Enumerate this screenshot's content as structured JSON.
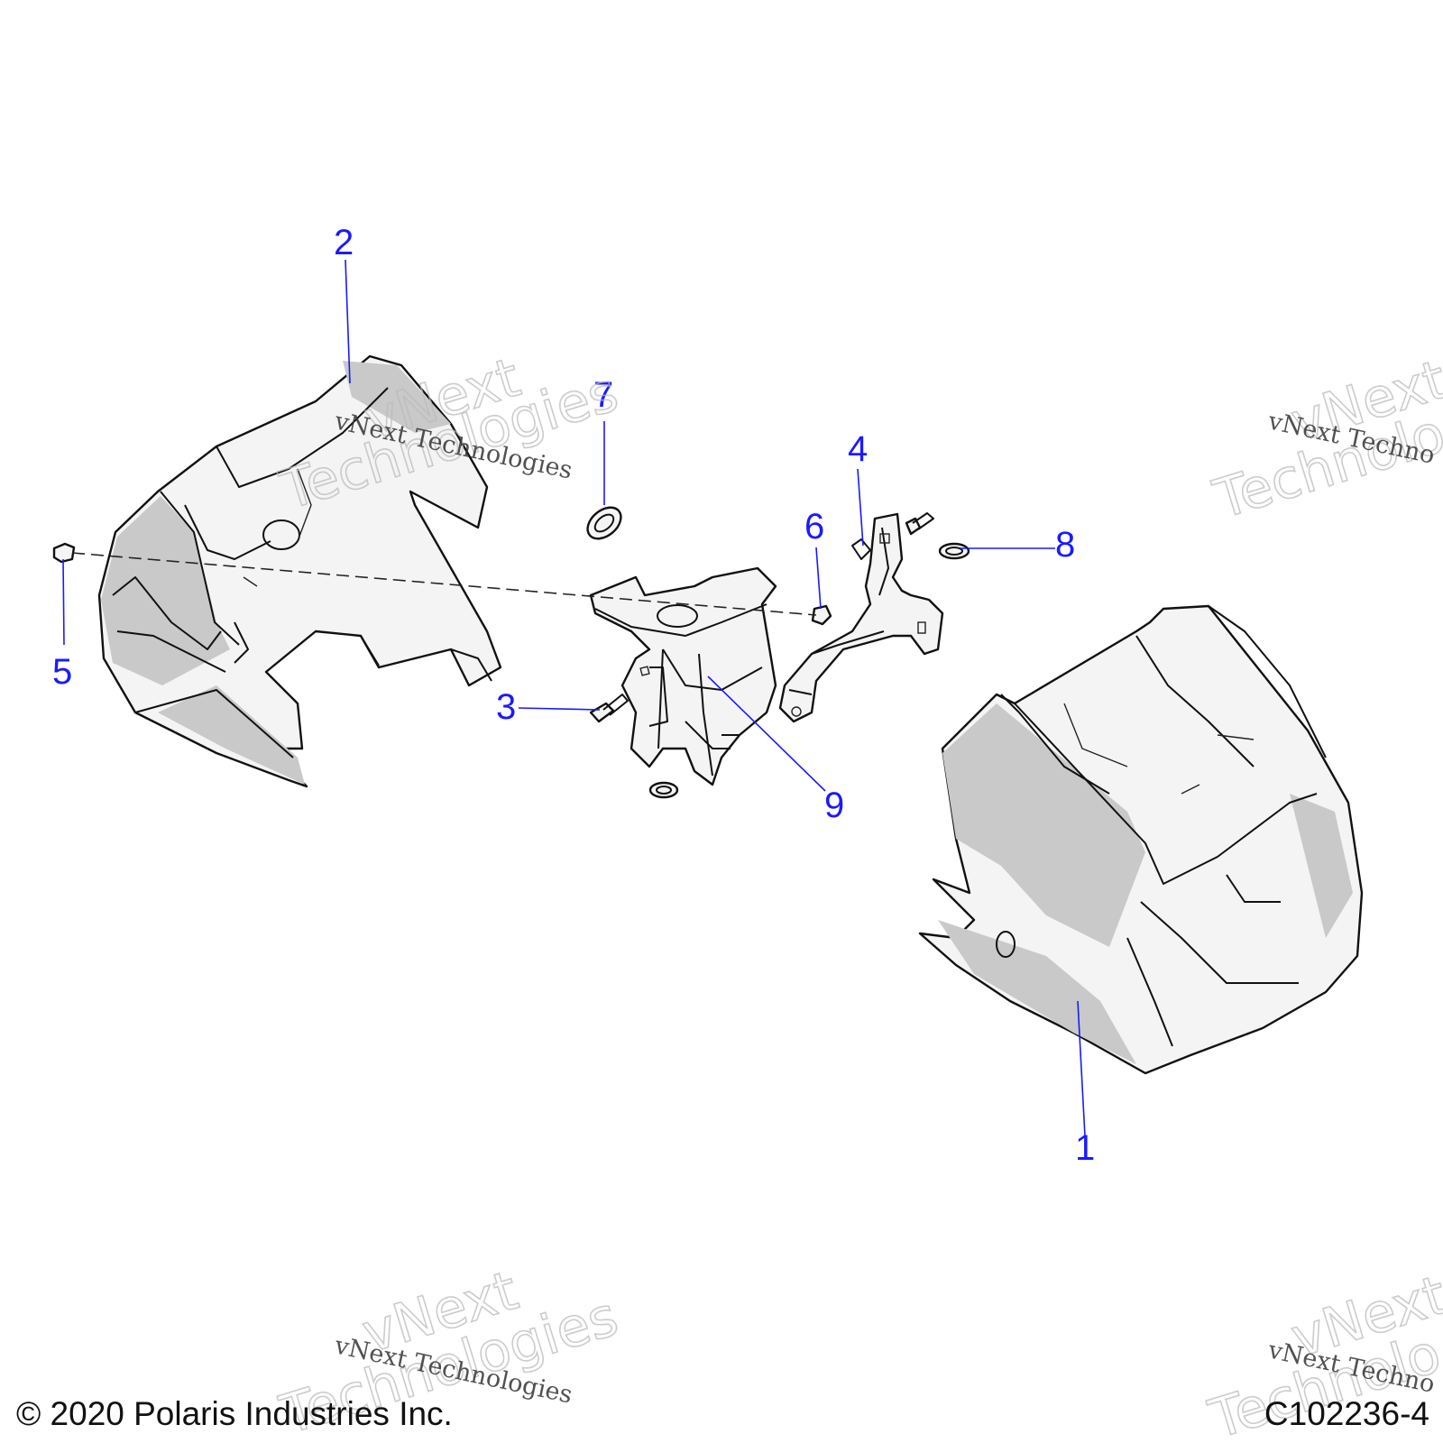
{
  "callouts": [
    "1",
    "2",
    "3",
    "4",
    "5",
    "6",
    "7",
    "8",
    "9"
  ],
  "watermark": {
    "big": "vNext",
    "big2": "Technologies",
    "line": "vNext Technologies",
    "partial_big": "vNext",
    "partial_big2": "Technolo",
    "partial_line": "vNext Techno"
  },
  "footer": {
    "copyright": "© 2020 Polaris Industries Inc.",
    "drawing_id": "C102236-4"
  },
  "colors": {
    "callout": "#1a1aff",
    "line_art": "#111111"
  }
}
